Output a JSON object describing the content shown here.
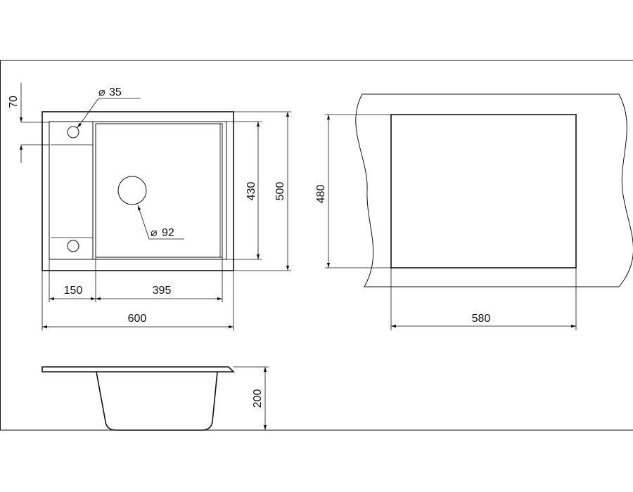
{
  "drawing": {
    "top_view": {
      "width_label": "600",
      "height_label": "500",
      "inner_height_label": "430",
      "wing_width_label": "150",
      "bowl_width_label": "395",
      "top_offset_label": "70",
      "small_hole_label": "35",
      "drain_hole_label": "92",
      "diameter_symbol": "⌀"
    },
    "cutout_view": {
      "width_label": "580",
      "height_label": "480"
    },
    "side_view": {
      "depth_label": "200"
    },
    "colors": {
      "line": "#111111",
      "background": "#ffffff"
    }
  }
}
